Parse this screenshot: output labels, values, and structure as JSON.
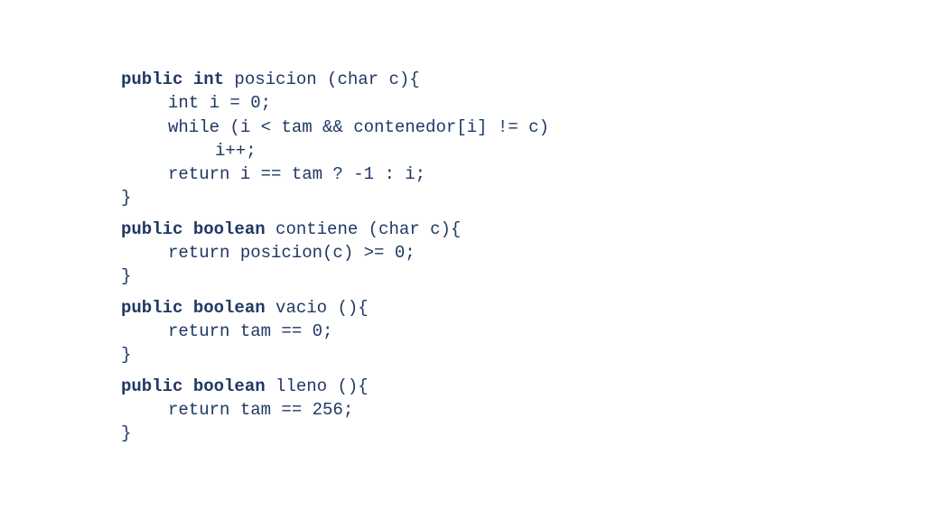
{
  "code": {
    "methods": [
      {
        "signature": {
          "kw": "public int",
          "rest": " posicion (char c){"
        },
        "body": [
          "int i = 0;",
          "while (i < tam && contenedor[i] != c)"
        ],
        "inner": "i++;",
        "after": "return i == tam ? -1 : i;",
        "close": "}"
      },
      {
        "signature": {
          "kw": "public boolean",
          "rest": " contiene (char c){"
        },
        "body": [
          "return posicion(c) >= 0;"
        ],
        "close": "}"
      },
      {
        "signature": {
          "kw": "public boolean",
          "rest": " vacio (){"
        },
        "body": [
          "return tam == 0;"
        ],
        "close": "}"
      },
      {
        "signature": {
          "kw": "public boolean",
          "rest": " lleno (){"
        },
        "body": [
          "return tam == 256;"
        ],
        "close": "}"
      }
    ]
  },
  "colors": {
    "code_text": "#1f3864",
    "background": "#ffffff"
  }
}
